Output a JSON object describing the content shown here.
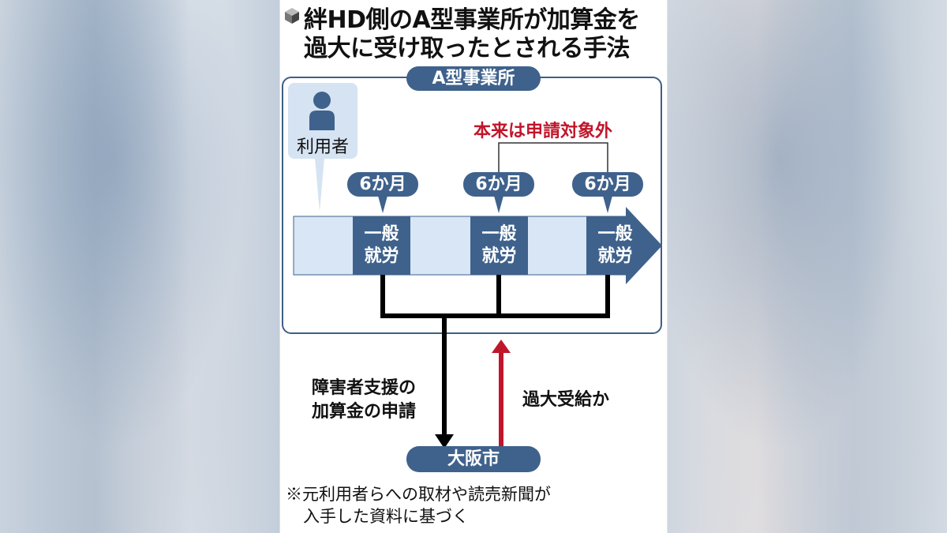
{
  "title": {
    "line1": "絆HD側のA型事業所が加算金を",
    "line2": "過大に受け取ったとされる手法"
  },
  "office_label": "A型事業所",
  "user_label": "利用者",
  "not_eligible_label": "本来は申請対象外",
  "periods": [
    {
      "duration": "6か月",
      "line1": "一般",
      "line2": "就労"
    },
    {
      "duration": "6か月",
      "line1": "一般",
      "line2": "就労"
    },
    {
      "duration": "6か月",
      "line1": "一般",
      "line2": "就労"
    }
  ],
  "application_label": {
    "line1": "障害者支援の",
    "line2": "加算金の申請"
  },
  "overpayment_label": "過大受給か",
  "city_label": "大阪市",
  "footnote": {
    "line1": "※元利用者らへの取材や読売新聞が",
    "line2": "入手した資料に基づく"
  },
  "colors": {
    "navy": "#3f628c",
    "light": "#d8e6f5",
    "red": "#c0162b"
  }
}
